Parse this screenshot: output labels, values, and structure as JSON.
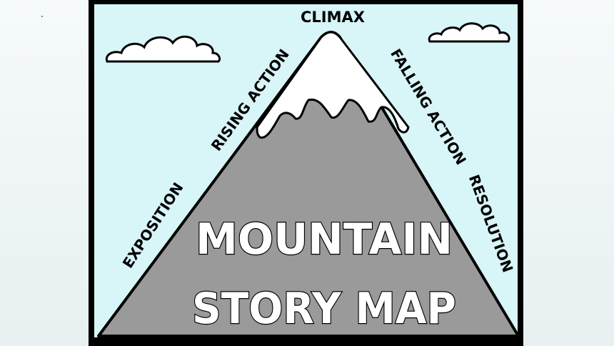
{
  "diagram": {
    "peak_label": "CLIMAX",
    "stages": [
      "EXPOSITION",
      "RISING ACTION",
      "FALLING ACTION",
      "RESOLUTION"
    ],
    "title_line1": "MOUNTAIN",
    "title_line2": "STORY MAP",
    "colors": {
      "sky": "#d8f5f8",
      "mountain": "#9a9a9a",
      "snow": "#ffffff",
      "frame": "#000000",
      "background": "#eef4f6"
    }
  }
}
